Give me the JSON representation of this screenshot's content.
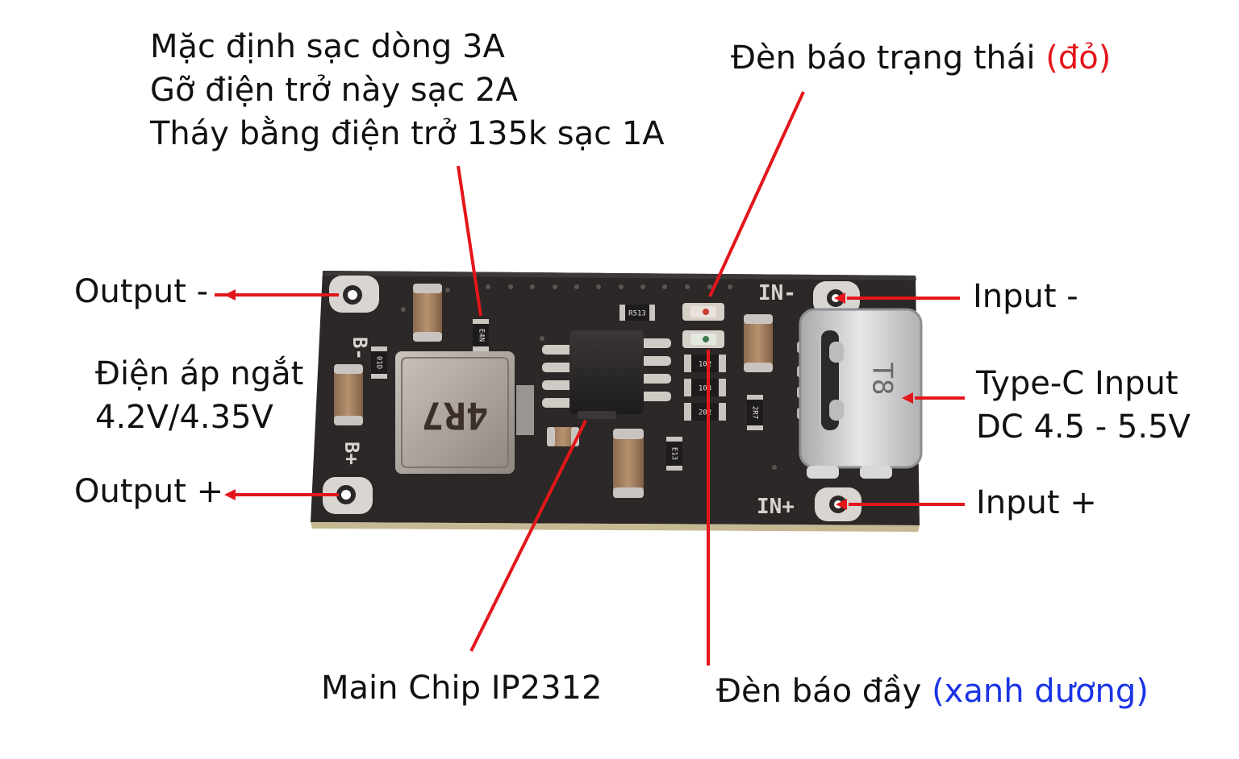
{
  "labels": {
    "current_line1": "Mặc định sạc dòng 3A",
    "current_line2": "Gỡ điện trở này sạc 2A",
    "current_line3": "Tháy bằng điện trở 135k sạc 1A",
    "status_led_prefix": "Đèn báo trạng thái ",
    "status_led_color": "(đỏ)",
    "output_minus": "Output -",
    "cutoff_line1": "Điện áp ngắt",
    "cutoff_line2": "4.2V/4.35V",
    "output_plus": "Output +",
    "input_minus": "Input -",
    "typec_line1": "Type-C Input",
    "typec_line2": "DC 4.5 - 5.5V",
    "input_plus": "Input +",
    "main_chip": "Main Chip IP2312",
    "full_led_prefix": "Đèn báo đầy ",
    "full_led_color": "(xanh dương)"
  },
  "board_marks": {
    "b_minus": "B-",
    "b_plus": "B+",
    "in_minus": "IN-",
    "in_plus": "IN+",
    "inductor": "4R7",
    "usb": "T8",
    "res_current": "E4N",
    "res_r513": "R513",
    "res_top": "E13",
    "res_102": "102",
    "res_103": "103",
    "res_202": "202",
    "res_side": "01D",
    "res_right": "2R7"
  },
  "colors": {
    "arrow": "#e3161b",
    "pcb": "#2b2827",
    "status_led_text": "#e3161b",
    "full_led_text": "#1a33e6"
  }
}
